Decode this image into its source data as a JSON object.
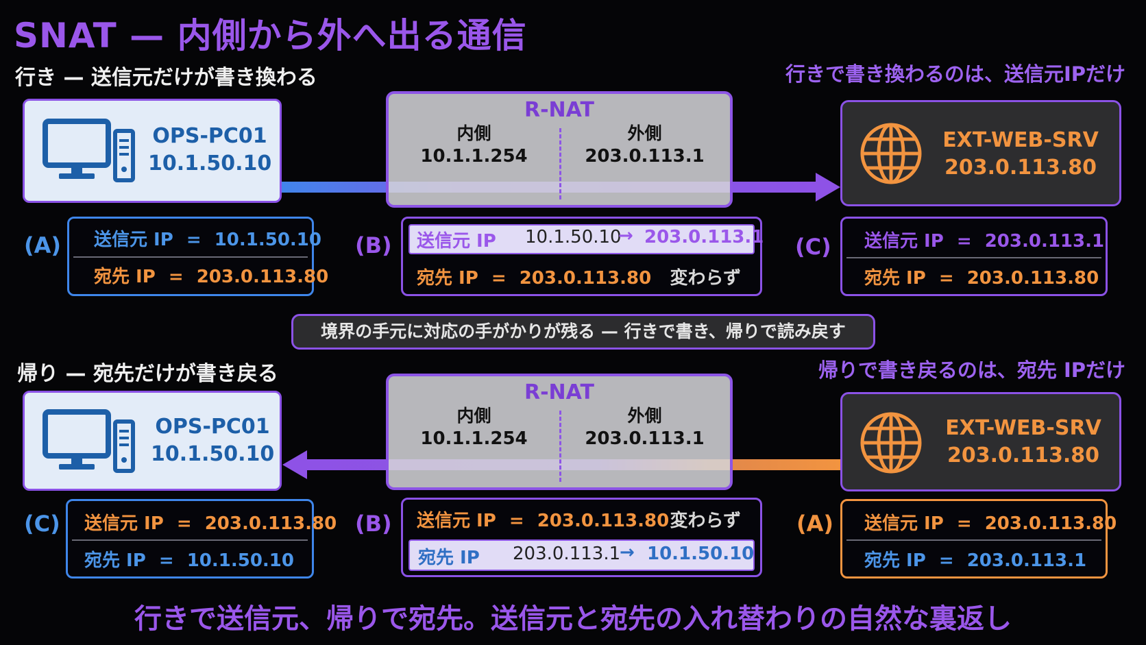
{
  "title": "SNAT — 内側から外へ出る通信",
  "outbound": {
    "heading": "行き — 送信元だけが書き換わる",
    "note": "行きで書き換わるのは、送信元IPだけ",
    "pc": {
      "name": "OPS-PC01",
      "ip": "10.1.50.10"
    },
    "nat": {
      "name": "R-NAT",
      "inside_label": "内側",
      "inside_ip": "10.1.1.254",
      "outside_label": "外側",
      "outside_ip": "203.0.113.1"
    },
    "server": {
      "name": "EXT-WEB-SRV",
      "ip": "203.0.113.80"
    },
    "A": {
      "label": "(A)",
      "src_key": "送信元 IP",
      "src_eq": "=",
      "src_val": "10.1.50.10",
      "dst_key": "宛先 IP",
      "dst_eq": "=",
      "dst_val": "203.0.113.80"
    },
    "B": {
      "label": "(B)",
      "src_key": "送信元 IP",
      "src_from": "10.1.50.10",
      "arrow": "→",
      "src_to": "203.0.113.1",
      "dst_key": "宛先 IP",
      "dst_eq": "=",
      "dst_val": "203.0.113.80",
      "unchanged": "変わらず"
    },
    "C": {
      "label": "(C)",
      "src_key": "送信元 IP",
      "src_eq": "=",
      "src_val": "203.0.113.1",
      "dst_key": "宛先 IP",
      "dst_eq": "=",
      "dst_val": "203.0.113.80"
    }
  },
  "caption": "境界の手元に対応の手がかりが残る — 行きで書き、帰りで読み戻す",
  "inbound": {
    "heading": "帰り — 宛先だけが書き戻る",
    "note": "帰りで書き戻るのは、宛先 IPだけ",
    "pc": {
      "name": "OPS-PC01",
      "ip": "10.1.50.10"
    },
    "nat": {
      "name": "R-NAT",
      "inside_label": "内側",
      "inside_ip": "10.1.1.254",
      "outside_label": "外側",
      "outside_ip": "203.0.113.1"
    },
    "server": {
      "name": "EXT-WEB-SRV",
      "ip": "203.0.113.80"
    },
    "C": {
      "label": "(C)",
      "src_key": "送信元 IP",
      "src_eq": "=",
      "src_val": "203.0.113.80",
      "dst_key": "宛先 IP",
      "dst_eq": "=",
      "dst_val": "10.1.50.10"
    },
    "B": {
      "label": "(B)",
      "src_key": "送信元 IP",
      "src_eq": "=",
      "src_val": "203.0.113.80",
      "unchanged": "変わらず",
      "dst_key": "宛先 IP",
      "dst_from": "203.0.113.1",
      "arrow": "→",
      "dst_to": "10.1.50.10"
    },
    "A": {
      "label": "(A)",
      "src_key": "送信元 IP",
      "src_eq": "=",
      "src_val": "203.0.113.80",
      "dst_key": "宛先 IP",
      "dst_eq": "=",
      "dst_val": "203.0.113.1"
    }
  },
  "footer": "行きで送信元、帰りで宛先。送信元と宛先の入れ替わりの自然な裏返し",
  "colors": {
    "accent": "#9a57ea",
    "blue": "#4c95e8",
    "orange": "#f29440",
    "background": "#050507"
  },
  "icons": [
    "desktop-computer-icon",
    "globe-icon"
  ]
}
